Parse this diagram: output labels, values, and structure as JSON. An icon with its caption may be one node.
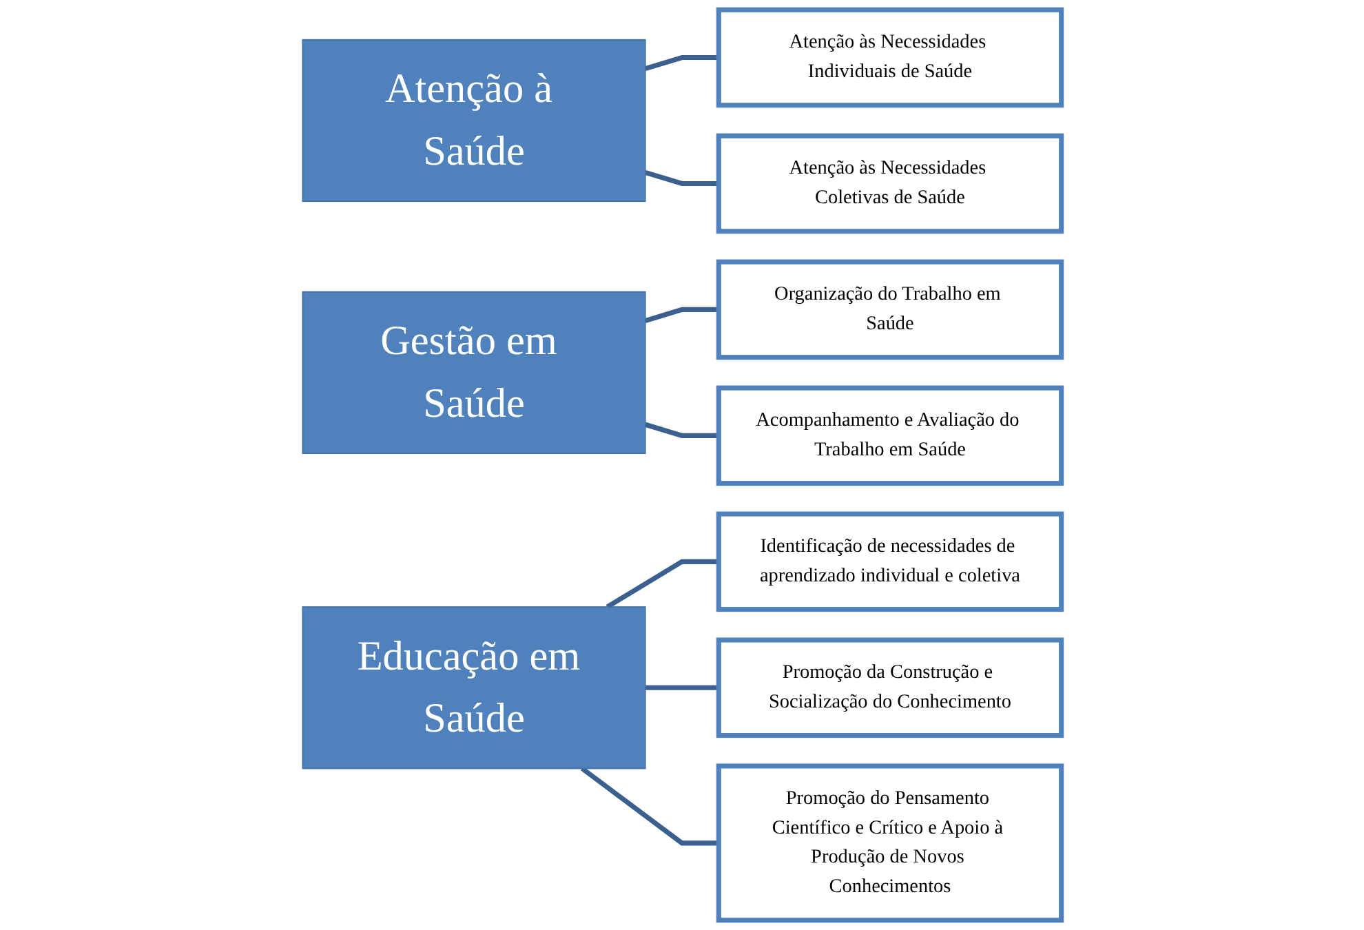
{
  "diagram": {
    "nodes": [
      {
        "text": [
          "Atenção à Saúde"
        ]
      },
      {
        "text": [
          "Atenção às Necessidades Individuais de Saúde"
        ]
      },
      {
        "text": [
          "Atenção às Necessidades Coletivas de Saúde"
        ]
      },
      {
        "text": [
          "Gestão em Saúde"
        ]
      },
      {
        "text": [
          "Organização do Trabalho em Saúde"
        ]
      },
      {
        "text": [
          "Acompanhamento e Avaliação do Trabalho em Saúde"
        ]
      },
      {
        "text": [
          "Educação em Saúde"
        ]
      },
      {
        "text": [
          "Identificação de necessidades de aprendizado individual e coletiva"
        ]
      },
      {
        "text": [
          "Promoção da Construção e Socialização do Conhecimento"
        ]
      },
      {
        "text": [
          "Promoção do Pensamento Científico e Crítico e Apoio à Produção de Novos Conhecimentos"
        ]
      }
    ],
    "edges": [
      {
        "from": 0,
        "to": 1,
        "arrow": "none"
      },
      {
        "from": 0,
        "to": 2,
        "arrow": "none"
      },
      {
        "from": 3,
        "to": 4,
        "arrow": "none"
      },
      {
        "from": 3,
        "to": 5,
        "arrow": "none"
      },
      {
        "from": 6,
        "to": 7,
        "arrow": "none"
      },
      {
        "from": 6,
        "to": 8,
        "arrow": "none"
      },
      {
        "from": 6,
        "to": 9,
        "arrow": "none"
      }
    ]
  }
}
